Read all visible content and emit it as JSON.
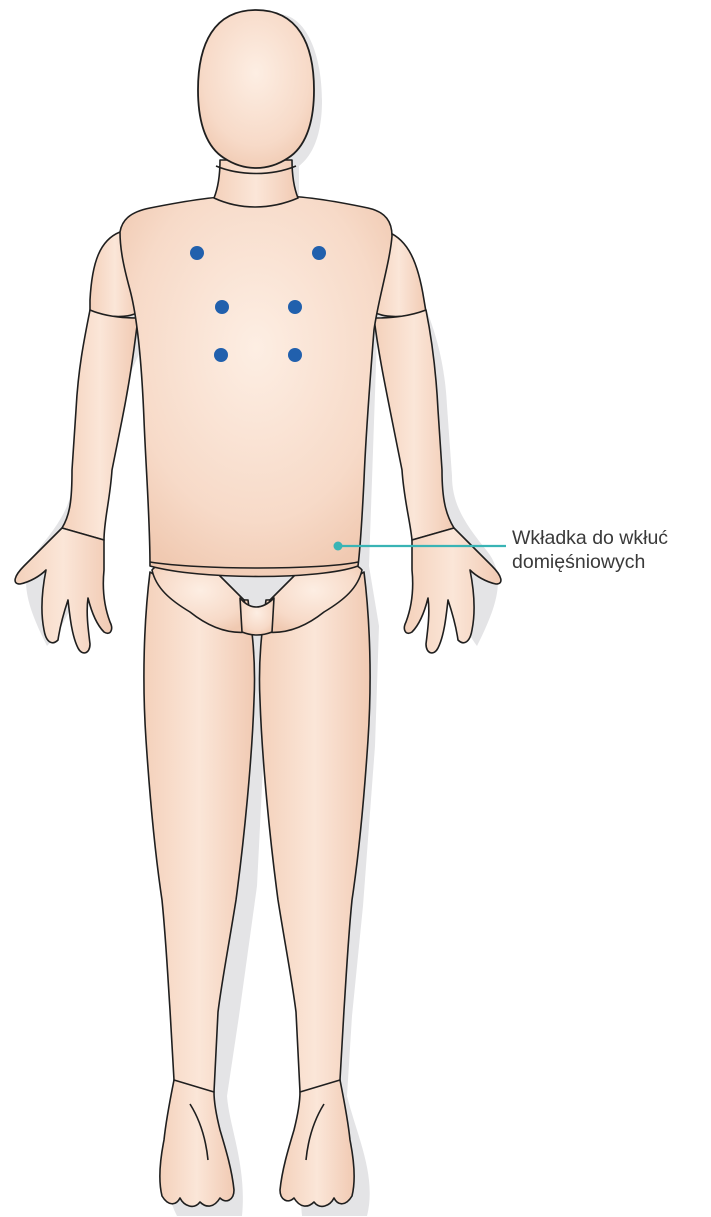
{
  "callout": {
    "line1": "Wkładka do wkłuć",
    "line2": "domięśniowych"
  },
  "colors": {
    "skin_light": "#fbe7d9",
    "skin_mid": "#f6d6c2",
    "skin_shade": "#efc4ab",
    "outline": "#1f1f1f",
    "shadow": "#e3e3e5",
    "marker_dot": "#2160ad",
    "callout_line": "#39b4b5"
  },
  "injection_sites": {
    "count": 6,
    "icon": "injection-site-dot"
  }
}
